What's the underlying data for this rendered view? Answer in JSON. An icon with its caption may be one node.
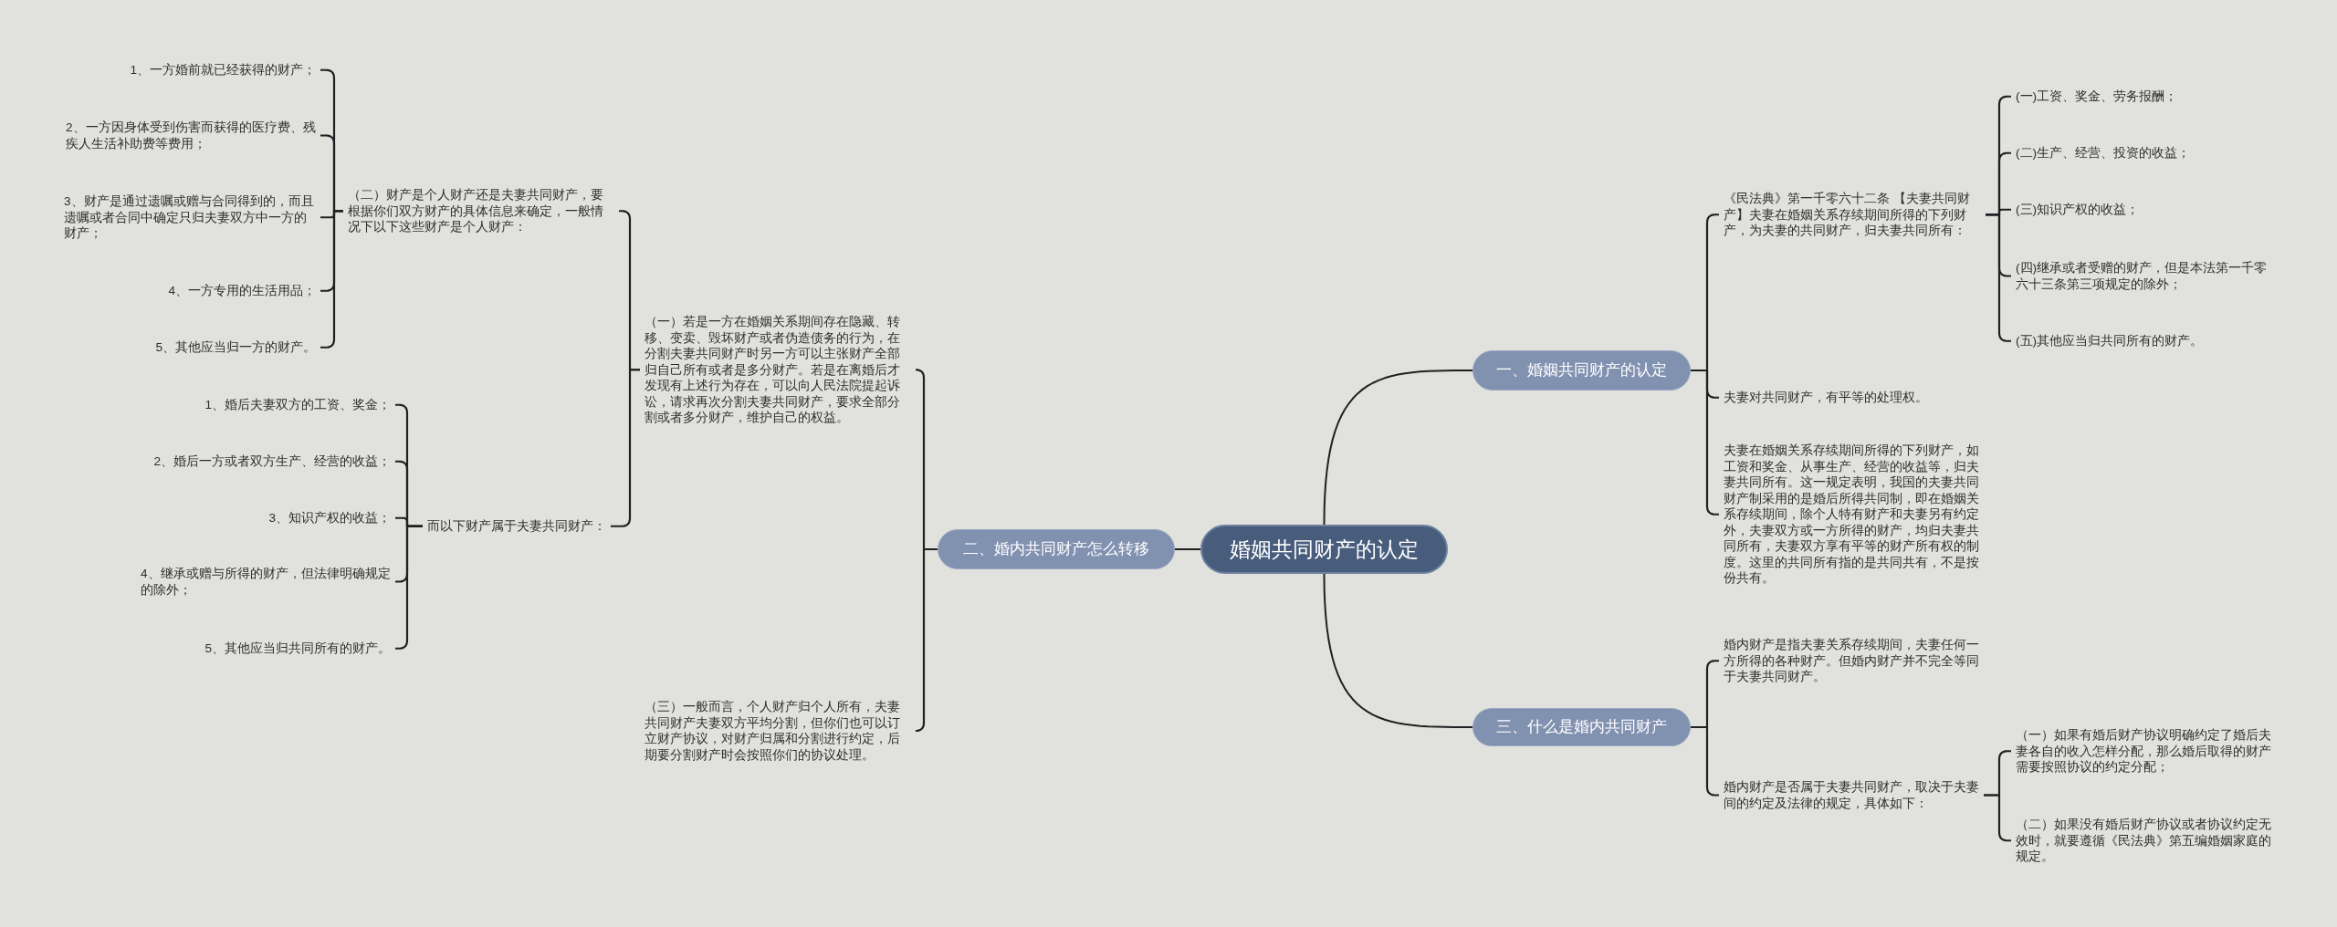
{
  "diagram": {
    "nodes": [
      {
        "text": [
          "婚姻共同财产的认定"
        ]
      },
      {
        "text": [
          "一、婚姻共同财产的认定"
        ]
      },
      {
        "text": [
          "《民法典》第一千零六十二条 【夫妻共同财产】夫妻在婚姻关系存续期间所得的下列财产，为夫妻的共同财产，归夫妻共同所有："
        ]
      },
      {
        "text": [
          "(一)工资、奖金、劳务报酬；"
        ]
      },
      {
        "text": [
          "(二)生产、经营、投资的收益；"
        ]
      },
      {
        "text": [
          "(三)知识产权的收益；"
        ]
      },
      {
        "text": [
          "(四)继承或者受赠的财产，但是本法第一千零六十三条第三项规定的除外；"
        ]
      },
      {
        "text": [
          "(五)其他应当归共同所有的财产。"
        ]
      },
      {
        "text": [
          "夫妻对共同财产，有平等的处理权。"
        ]
      },
      {
        "text": [
          "夫妻在婚姻关系存续期间所得的下列财产，如工资和奖金、从事生产、经营的收益等，归夫妻共同所有。这一规定表明，我国的夫妻共同财产制采用的是婚后所得共同制，即在婚姻关系存续期间，除个人特有财产和夫妻另有约定外，夫妻双方或一方所得的财产，均归夫妻共同所有，夫妻双方享有平等的财产所有权的制度。这里的共同所有指的是共同共有，不是按份共有。"
        ]
      },
      {
        "text": [
          "二、婚内共同财产怎么转移"
        ]
      },
      {
        "text": [
          "（一）若是一方在婚姻关系期间存在隐藏、转移、变卖、毁坏财产或者伪造债务的行为，在分割夫妻共同财产时另一方可以主张财产全部归自己所有或者是多分财产。若是在离婚后才发现有上述行为存在，可以向人民法院提起诉讼，请求再次分割夫妻共同财产，要求全部分割或者多分财产，维护自己的权益。"
        ]
      },
      {
        "text": [
          "（二）财产是个人财产还是夫妻共同财产，要根据你们双方财产的具体信息来确定，一般情况下以下这些财产是个人财产："
        ]
      },
      {
        "text": [
          "1、一方婚前就已经获得的财产；"
        ]
      },
      {
        "text": [
          "2、一方因身体受到伤害而获得的医疗费、残疾人生活补助费等费用；"
        ]
      },
      {
        "text": [
          "3、财产是通过遗嘱或赠与合同得到的，而且遗嘱或者合同中确定只归夫妻双方中一方的财产；"
        ]
      },
      {
        "text": [
          "4、一方专用的生活用品；"
        ]
      },
      {
        "text": [
          "5、其他应当归一方的财产。"
        ]
      },
      {
        "text": [
          "而以下财产属于夫妻共同财产："
        ]
      },
      {
        "text": [
          "1、婚后夫妻双方的工资、奖金；"
        ]
      },
      {
        "text": [
          "2、婚后一方或者双方生产、经营的收益；"
        ]
      },
      {
        "text": [
          "3、知识产权的收益；"
        ]
      },
      {
        "text": [
          "4、继承或赠与所得的财产，但法律明确规定的除外；"
        ]
      },
      {
        "text": [
          "5、其他应当归共同所有的财产。"
        ]
      },
      {
        "text": [
          "（三）一般而言，个人财产归个人所有，夫妻共同财产夫妻双方平均分割，但你们也可以订立财产协议，对财产归属和分割进行约定，后期要分割财产时会按照你们的协议处理。"
        ]
      },
      {
        "text": [
          "三、什么是婚内共同财产"
        ]
      },
      {
        "text": [
          "婚内财产是指夫妻关系存续期间，夫妻任何一方所得的各种财产。但婚内财产并不完全等同于夫妻共同财产。"
        ]
      },
      {
        "text": [
          "婚内财产是否属于夫妻共同财产，取决于夫妻间的约定及法律的规定，具体如下："
        ]
      },
      {
        "text": [
          "（一）如果有婚后财产协议明确约定了婚后夫妻各自的收入怎样分配，那么婚后取得的财产需要按照协议的约定分配；"
        ]
      },
      {
        "text": [
          "（二）如果没有婚后财产协议或者协议约定无效时，就要遵循《民法典》第五编婚姻家庭的规定。"
        ]
      }
    ],
    "edges": [
      {
        "from": 0,
        "to": 1,
        "arrow": "none"
      },
      {
        "from": 0,
        "to": 10,
        "arrow": "none"
      },
      {
        "from": 0,
        "to": 25,
        "arrow": "none"
      },
      {
        "from": 1,
        "to": 2,
        "arrow": "none"
      },
      {
        "from": 1,
        "to": 8,
        "arrow": "none"
      },
      {
        "from": 1,
        "to": 9,
        "arrow": "none"
      },
      {
        "from": 2,
        "to": 3,
        "arrow": "none"
      },
      {
        "from": 2,
        "to": 4,
        "arrow": "none"
      },
      {
        "from": 2,
        "to": 5,
        "arrow": "none"
      },
      {
        "from": 2,
        "to": 6,
        "arrow": "none"
      },
      {
        "from": 2,
        "to": 7,
        "arrow": "none"
      },
      {
        "from": 10,
        "to": 11,
        "arrow": "none"
      },
      {
        "from": 10,
        "to": 24,
        "arrow": "none"
      },
      {
        "from": 11,
        "to": 12,
        "arrow": "none"
      },
      {
        "from": 11,
        "to": 18,
        "arrow": "none"
      },
      {
        "from": 12,
        "to": 13,
        "arrow": "none"
      },
      {
        "from": 12,
        "to": 14,
        "arrow": "none"
      },
      {
        "from": 12,
        "to": 15,
        "arrow": "none"
      },
      {
        "from": 12,
        "to": 16,
        "arrow": "none"
      },
      {
        "from": 12,
        "to": 17,
        "arrow": "none"
      },
      {
        "from": 18,
        "to": 19,
        "arrow": "none"
      },
      {
        "from": 18,
        "to": 20,
        "arrow": "none"
      },
      {
        "from": 18,
        "to": 21,
        "arrow": "none"
      },
      {
        "from": 18,
        "to": 22,
        "arrow": "none"
      },
      {
        "from": 18,
        "to": 23,
        "arrow": "none"
      },
      {
        "from": 25,
        "to": 26,
        "arrow": "none"
      },
      {
        "from": 25,
        "to": 27,
        "arrow": "none"
      },
      {
        "from": 27,
        "to": 28,
        "arrow": "none"
      },
      {
        "from": 27,
        "to": 29,
        "arrow": "none"
      }
    ]
  }
}
